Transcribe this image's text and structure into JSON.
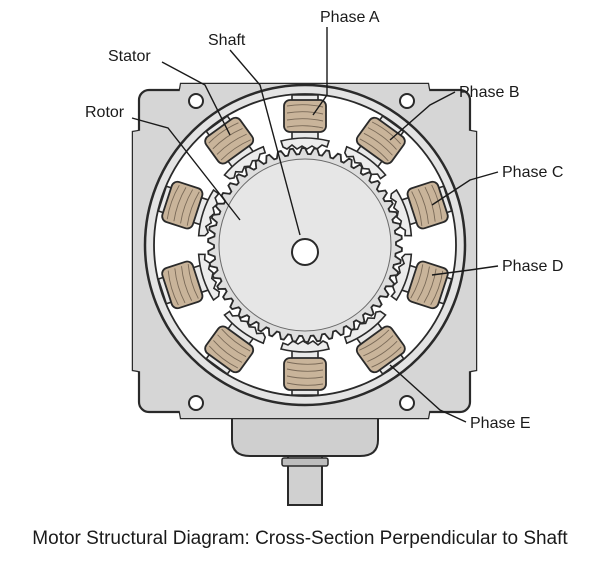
{
  "labels": {
    "phase_a": "Phase A",
    "phase_b": "Phase B",
    "phase_c": "Phase C",
    "phase_d": "Phase D",
    "phase_e": "Phase E",
    "stator": "Stator",
    "rotor": "Rotor",
    "shaft": "Shaft"
  },
  "caption": "Motor Structural Diagram: Cross-Section Perpendicular to Shaft",
  "colors": {
    "housing": "#d6d6d6",
    "outline": "#2a2a2a",
    "rotor": "#dedede",
    "winding": "#c9b49a",
    "inner_area": "#ffffff"
  }
}
